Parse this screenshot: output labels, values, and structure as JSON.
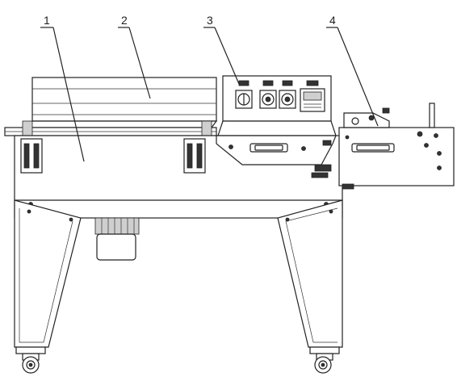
{
  "callouts": [
    {
      "id": "1",
      "label": "1"
    },
    {
      "id": "2",
      "label": "2"
    },
    {
      "id": "3",
      "label": "3"
    },
    {
      "id": "4",
      "label": "4"
    }
  ],
  "colors": {
    "line": "#222222",
    "shade": "#cfcfcf",
    "background": "#ffffff"
  }
}
